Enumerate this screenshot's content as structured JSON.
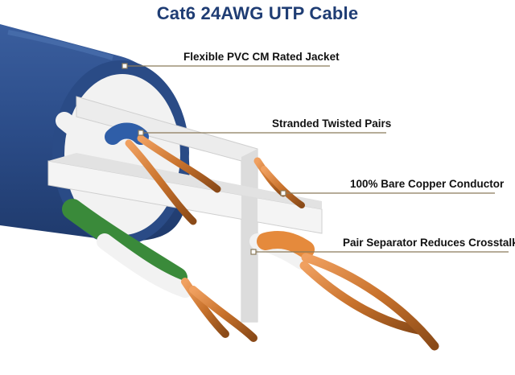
{
  "title": "Cat6 24AWG UTP Cable",
  "callouts": {
    "jacket": "Flexible PVC CM Rated Jacket",
    "pairs": "Stranded Twisted Pairs",
    "conductor": "100% Bare Copper Conductor",
    "separator": "Pair Separator Reduces Crosstalk"
  },
  "colors": {
    "title": "#1f3d74",
    "jacket": "#2d4f8c",
    "leader_line": "#8a7a5a",
    "copper": "#c8722c",
    "green_pair": "#3a8a3a",
    "orange_pair": "#e58a3c",
    "blue_pair": "#2f5ea8"
  }
}
